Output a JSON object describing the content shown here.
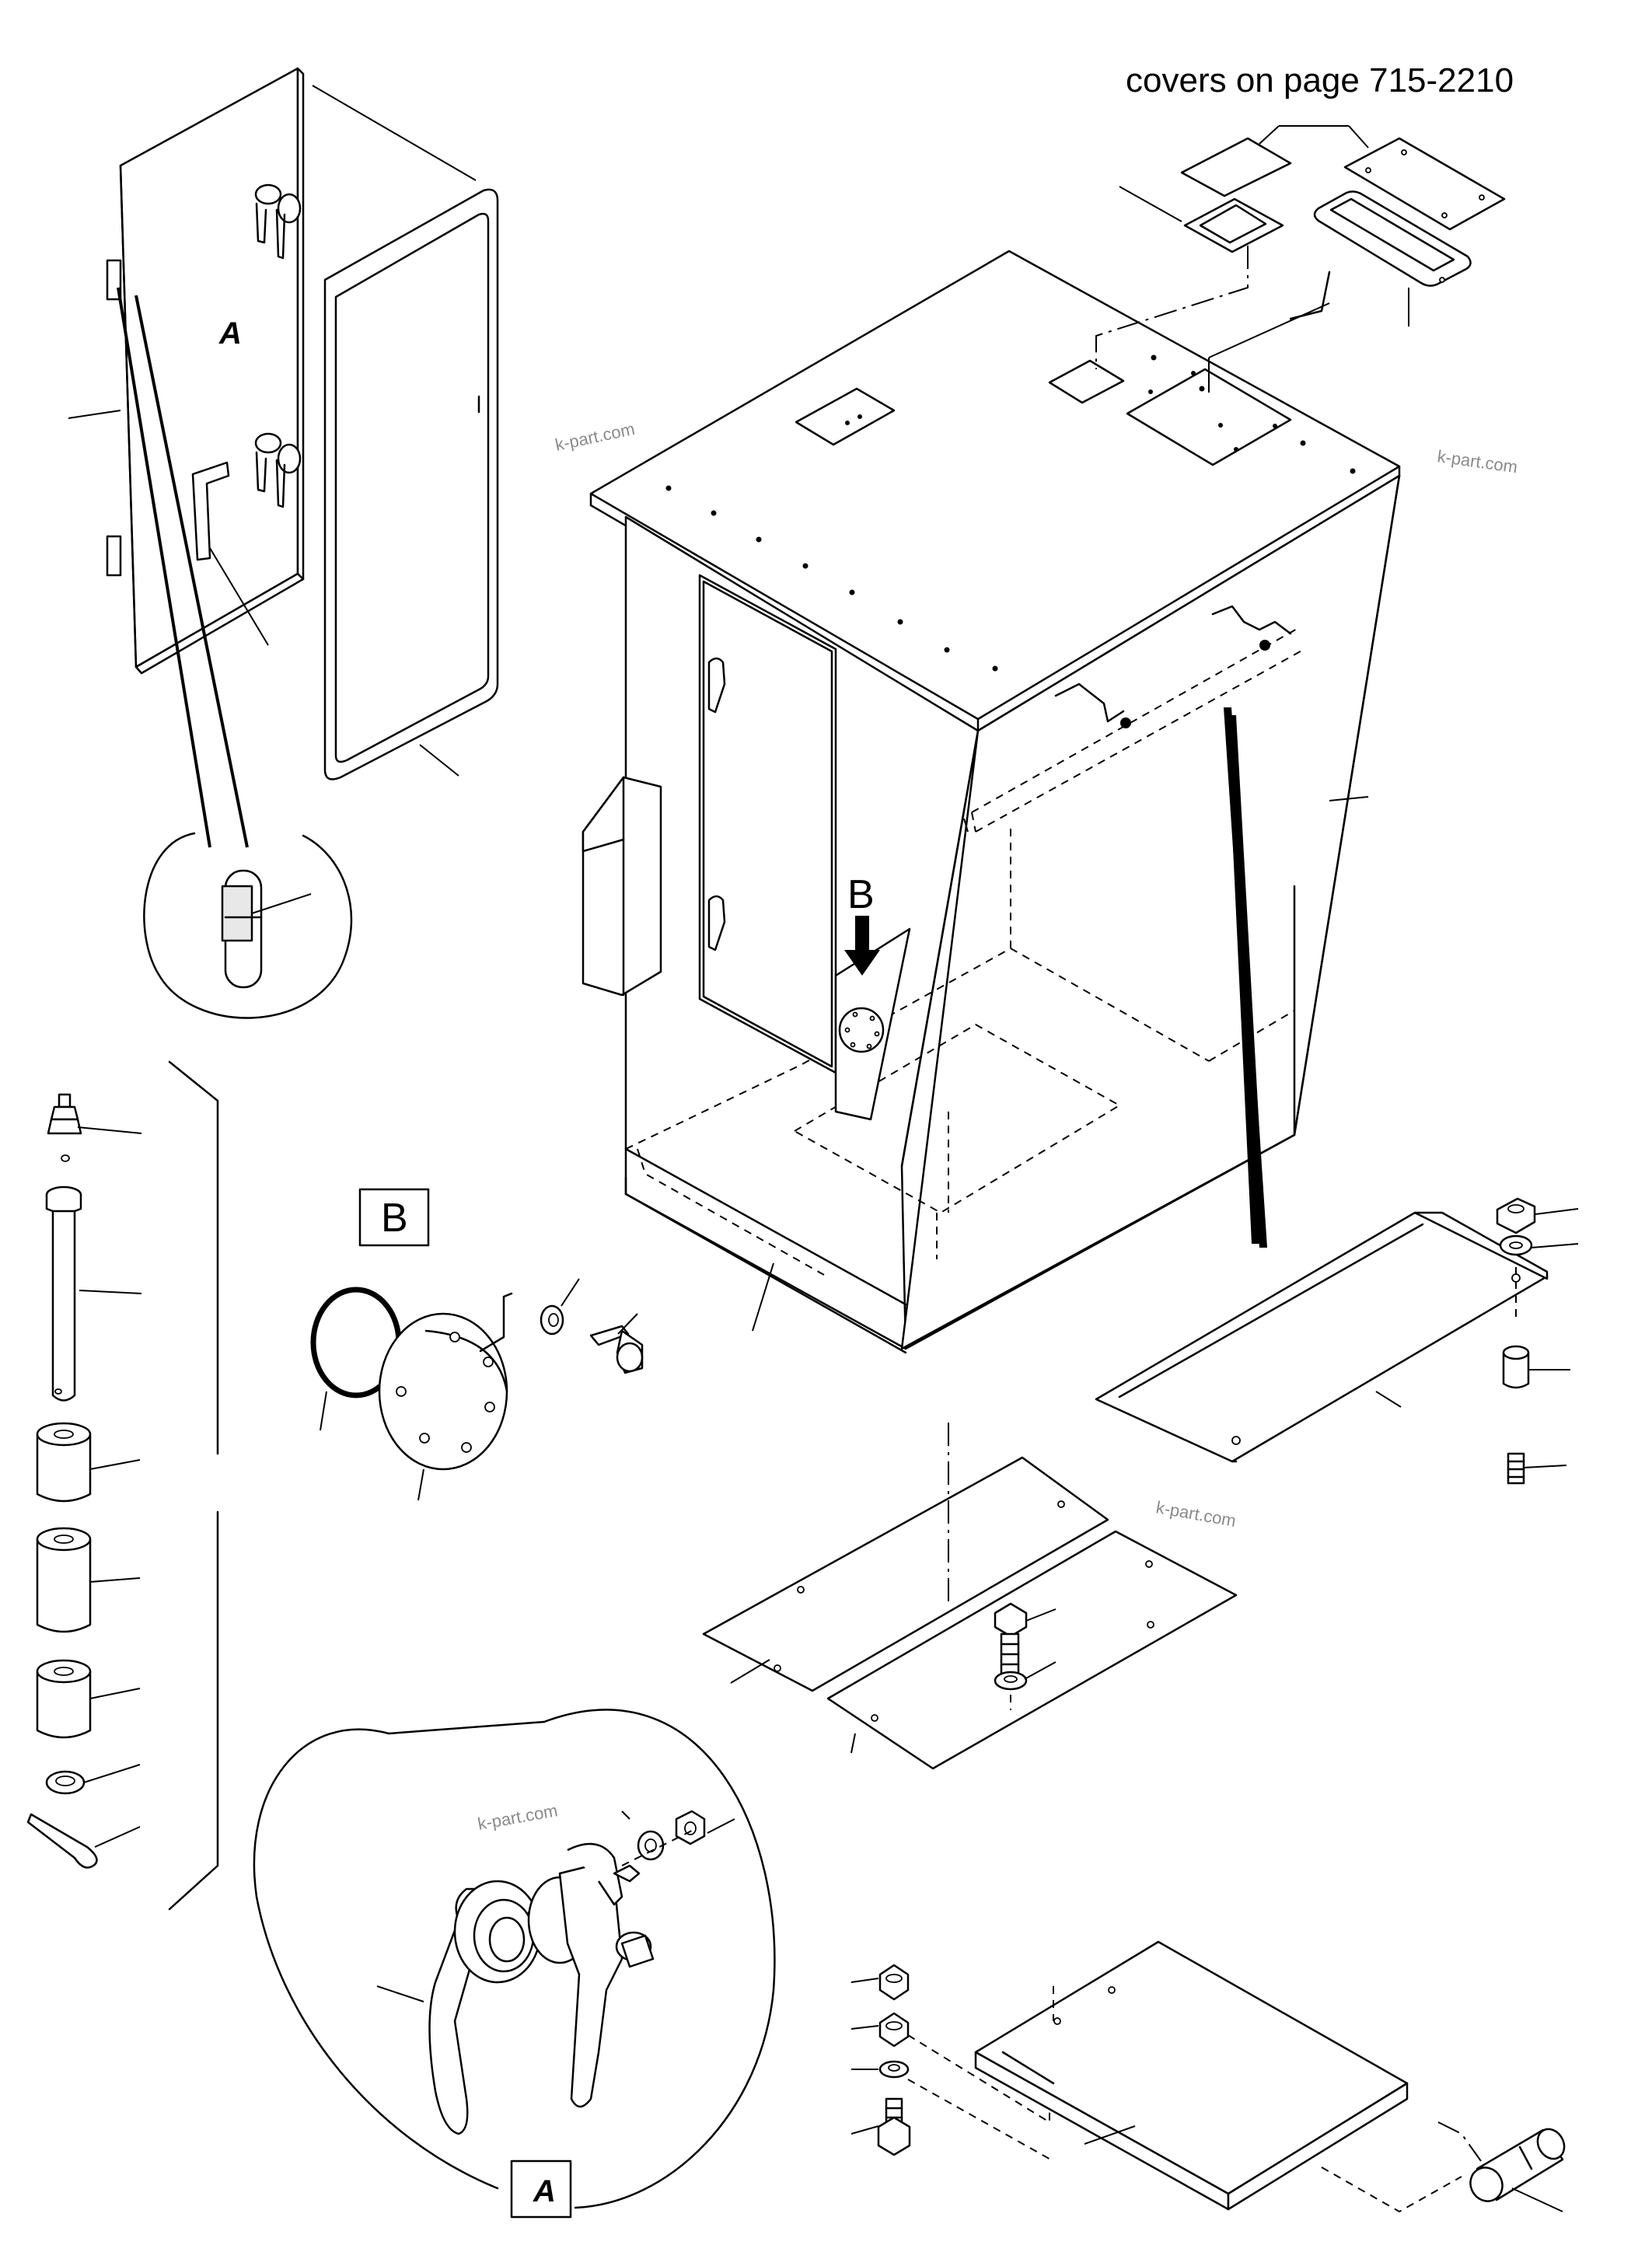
{
  "header": {
    "note": "covers on page 715-2210"
  },
  "callouts": {
    "detail_a": "A",
    "detail_b": "B",
    "arrow_b": "B"
  },
  "watermarks": [
    "k-part.com",
    "k-part.com",
    "k-part.com",
    "k-part.com"
  ]
}
